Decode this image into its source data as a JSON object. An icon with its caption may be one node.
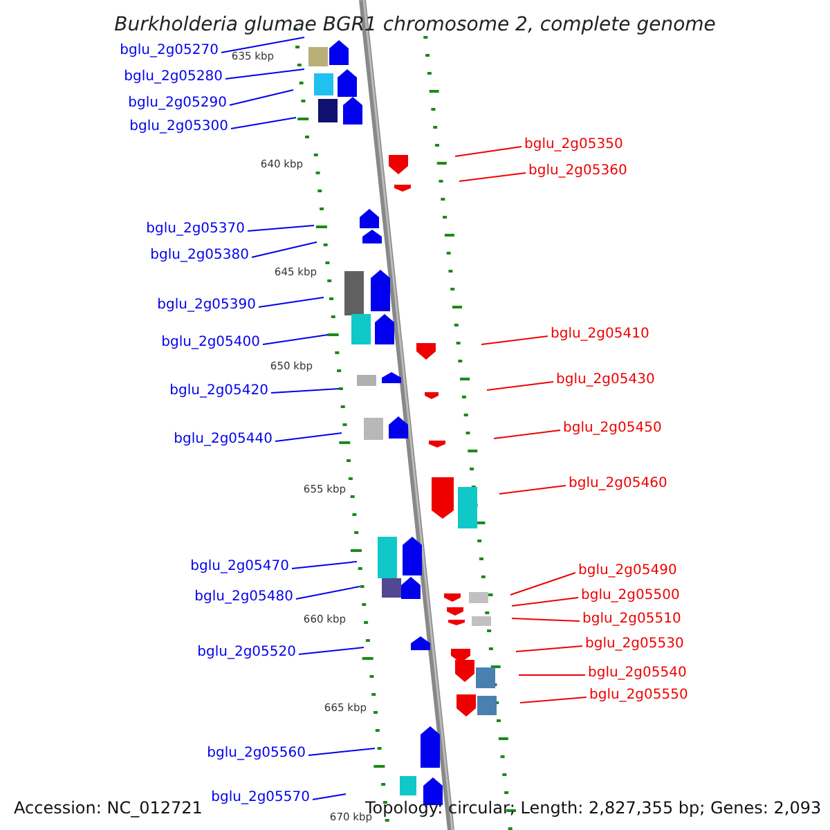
{
  "diagram": {
    "title": "Burkholderia glumae BGR1 chromosome 2, complete genome",
    "nodes": [
      {
        "text": [
          "bglu_2g05270"
        ]
      },
      {
        "text": [
          "bglu_2g05280"
        ]
      },
      {
        "text": [
          "bglu_2g05290"
        ]
      },
      {
        "text": [
          "bglu_2g05300"
        ]
      },
      {
        "text": [
          "bglu_2g05350"
        ]
      },
      {
        "text": [
          "bglu_2g05360"
        ]
      },
      {
        "text": [
          "bglu_2g05370"
        ]
      },
      {
        "text": [
          "bglu_2g05380"
        ]
      },
      {
        "text": [
          "bglu_2g05390"
        ]
      },
      {
        "text": [
          "bglu_2g05410"
        ]
      },
      {
        "text": [
          "bglu_2g05400"
        ]
      },
      {
        "text": [
          "bglu_2g05430"
        ]
      },
      {
        "text": [
          "bglu_2g05420"
        ]
      },
      {
        "text": [
          "bglu_2g05450"
        ]
      },
      {
        "text": [
          "bglu_2g05440"
        ]
      },
      {
        "text": [
          "bglu_2g05460"
        ]
      },
      {
        "text": [
          "bglu_2g05470"
        ]
      },
      {
        "text": [
          "bglu_2g05490"
        ]
      },
      {
        "text": [
          "bglu_2g05500"
        ]
      },
      {
        "text": [
          "bglu_2g05480"
        ]
      },
      {
        "text": [
          "bglu_2g05510"
        ]
      },
      {
        "text": [
          "bglu_2g05530"
        ]
      },
      {
        "text": [
          "bglu_2g05520"
        ]
      },
      {
        "text": [
          "bglu_2g05540"
        ]
      },
      {
        "text": [
          "bglu_2g05550"
        ]
      },
      {
        "text": [
          "bglu_2g05560"
        ]
      },
      {
        "text": [
          "bglu_2g05570"
        ]
      }
    ],
    "edges": [
      {
        "from": 0,
        "to": null,
        "arrow": "none"
      },
      {
        "from": 1,
        "to": null,
        "arrow": "none"
      },
      {
        "from": 2,
        "to": null,
        "arrow": "none"
      },
      {
        "from": 3,
        "to": null,
        "arrow": "none"
      },
      {
        "from": 4,
        "to": null,
        "arrow": "none",
        "color": "#ee0000"
      },
      {
        "from": 5,
        "to": null,
        "arrow": "none",
        "color": "#ee0000"
      },
      {
        "from": 6,
        "to": null,
        "arrow": "none"
      },
      {
        "from": 7,
        "to": null,
        "arrow": "none"
      },
      {
        "from": 8,
        "to": null,
        "arrow": "none"
      },
      {
        "from": 9,
        "to": null,
        "arrow": "none",
        "color": "#ee0000"
      },
      {
        "from": 10,
        "to": null,
        "arrow": "none"
      },
      {
        "from": 11,
        "to": null,
        "arrow": "none",
        "color": "#ee0000"
      },
      {
        "from": 12,
        "to": null,
        "arrow": "none"
      },
      {
        "from": 13,
        "to": null,
        "arrow": "none",
        "color": "#ee0000"
      },
      {
        "from": 14,
        "to": null,
        "arrow": "none"
      },
      {
        "from": 15,
        "to": null,
        "arrow": "none",
        "color": "#ee0000"
      },
      {
        "from": 16,
        "to": null,
        "arrow": "none"
      },
      {
        "from": 17,
        "to": null,
        "arrow": "none",
        "color": "#ee0000"
      },
      {
        "from": 18,
        "to": null,
        "arrow": "none",
        "color": "#ee0000"
      },
      {
        "from": 19,
        "to": null,
        "arrow": "none"
      },
      {
        "from": 20,
        "to": null,
        "arrow": "none",
        "color": "#ee0000"
      },
      {
        "from": 21,
        "to": null,
        "arrow": "none",
        "color": "#ee0000"
      },
      {
        "from": 22,
        "to": null,
        "arrow": "none"
      },
      {
        "from": 23,
        "to": null,
        "arrow": "none",
        "color": "#ee0000"
      },
      {
        "from": 24,
        "to": null,
        "arrow": "none",
        "color": "#ee0000"
      },
      {
        "from": 25,
        "to": null,
        "arrow": "none"
      },
      {
        "from": 26,
        "to": null,
        "arrow": "none"
      }
    ],
    "labels": [
      "635 kbp",
      "640 kbp",
      "645 kbp",
      "650 kbp",
      "655 kbp",
      "660 kbp",
      "665 kbp",
      "670 kbp",
      "Accession: NC_012721",
      "Topology: circular; Length: 2,827,355 bp; Genes: 2,093"
    ]
  }
}
